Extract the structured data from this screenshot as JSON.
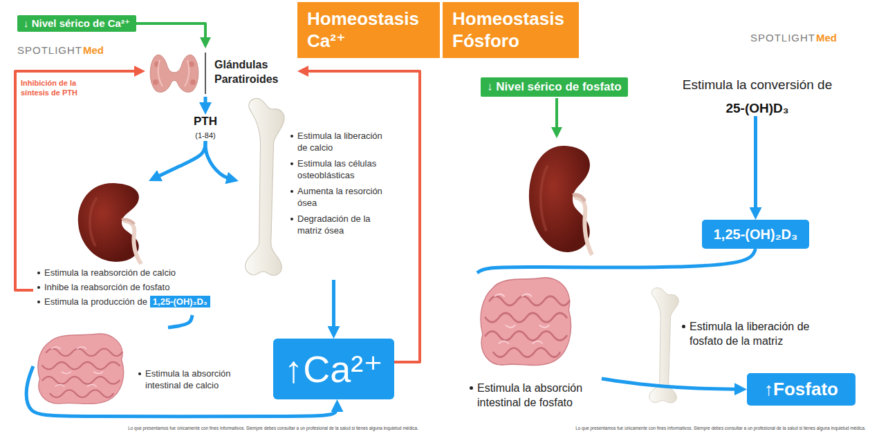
{
  "diagram": {
    "nodes": [
      {
        "text": [
          "Homeostasis Ca²⁺"
        ]
      },
      {
        "text": [
          "Homeostasis Fósforo"
        ]
      },
      {
        "text": [
          "↓ Nivel sérico de Ca²⁺"
        ]
      },
      {
        "text": [
          "Glándulas Paratiroides"
        ]
      },
      {
        "text": [
          "PTH",
          "(1-84)"
        ]
      },
      {
        "text": [
          "Estimula la reabsorción de calcio",
          "Inhibe la reabsorción de fosfato",
          "Estimula la producción de",
          "1,25-(OH)₂D₃"
        ]
      },
      {
        "text": [
          "Estimula la liberación de calcio",
          "Estimula las células osteoblásticas",
          "Aumenta la resorción ósea",
          "Degradación de la matriz ósea"
        ]
      },
      {
        "text": [
          "Estimula la absorción intestinal de calcio"
        ]
      },
      {
        "text": [
          "↑Ca²⁺"
        ]
      },
      {
        "text": [
          "↓ Nivel sérico de fosfato"
        ]
      },
      {
        "text": [
          "Estimula la conversión de",
          "25-(OH)D₃"
        ]
      },
      {
        "text": [
          "1,25-(OH)₂D₃"
        ]
      },
      {
        "text": [
          "Estimula la absorción intestinal de fosfato"
        ]
      },
      {
        "text": [
          "Estimula la liberación de fosfato de la matriz"
        ]
      },
      {
        "text": [
          "↑Fosfato"
        ]
      }
    ],
    "edges": [
      {
        "from": 2,
        "to": 3,
        "arrow": "to"
      },
      {
        "from": 3,
        "to": 4,
        "arrow": "to"
      },
      {
        "from": 4,
        "to": 5,
        "arrow": "to"
      },
      {
        "from": 4,
        "to": 6,
        "arrow": "to"
      },
      {
        "from": 5,
        "to": 3,
        "arrow": "to",
        "label": "Inhibición de la síntesis de PTH"
      },
      {
        "from": 5,
        "to": 7,
        "arrow": "none"
      },
      {
        "from": 7,
        "to": 8,
        "arrow": "to"
      },
      {
        "from": 6,
        "to": 8,
        "arrow": "to"
      },
      {
        "from": 8,
        "to": 3,
        "arrow": "to"
      },
      {
        "from": 10,
        "to": 11,
        "arrow": "to"
      },
      {
        "from": 11,
        "to": 12,
        "arrow": "none"
      },
      {
        "from": 12,
        "to": 14,
        "arrow": "to"
      }
    ],
    "labels": [
      "SPOTLIGHT",
      "Med",
      "SPOTLIGHT",
      "Med",
      "Lo que presentamos fue únicamente con fines informativos. Siempre debes consultar a un profesional de la salud si tienes alguna inquietud médica.",
      "Lo que presentamos fue únicamente con fines informativos. Siempre debes consultar a un profesional de la salud si tienes alguna inquietud médica."
    ]
  }
}
